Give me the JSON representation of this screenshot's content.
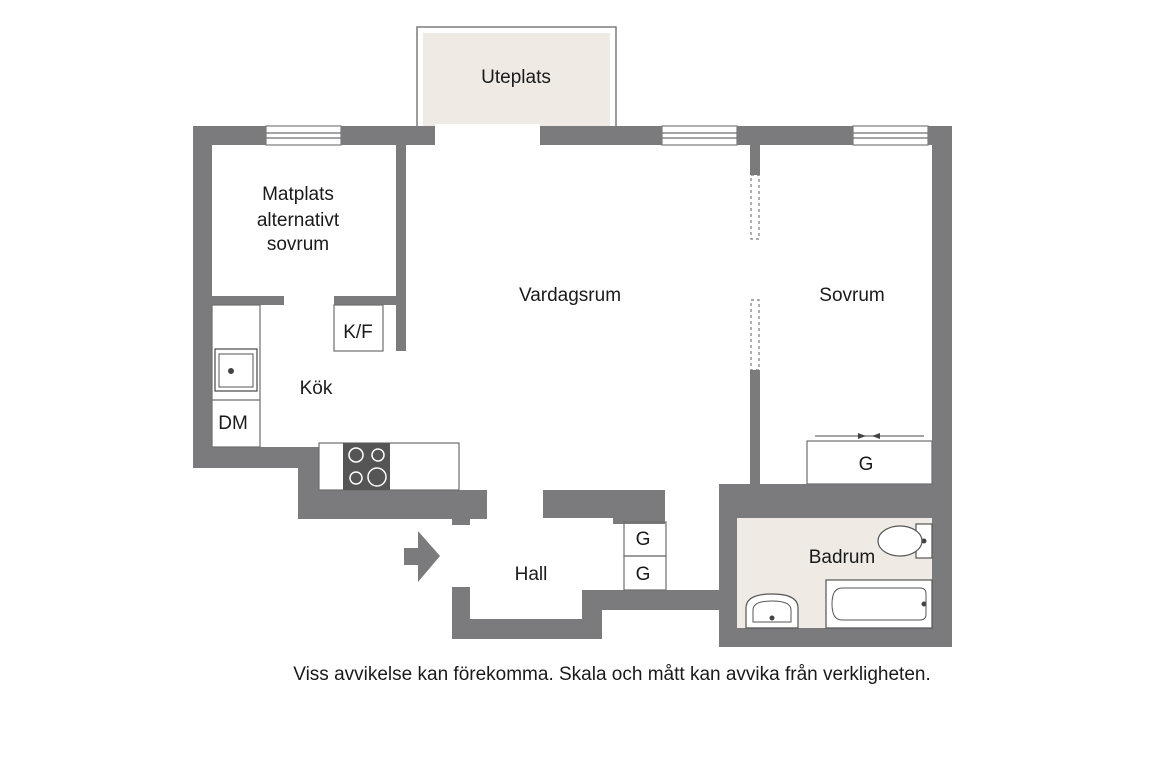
{
  "rooms": {
    "uteplats": "Uteplats",
    "matplats_line1": "Matplats",
    "matplats_line2": "alternativt",
    "matplats_line3": "sovrum",
    "kok": "Kök",
    "vardagsrum": "Vardagsrum",
    "sovrum": "Sovrum",
    "hall": "Hall",
    "badrum": "Badrum"
  },
  "fixtures": {
    "kf": "K/F",
    "dm": "DM",
    "g_sovrum": "G",
    "g_hall_1": "G",
    "g_hall_2": "G"
  },
  "disclaimer": "Viss avvikelse kan förekomma. Skala och mått kan avvika från verkligheten.",
  "colors": {
    "wall": "#7b7b7d",
    "balcony": "#efebe4",
    "bathroom_floor": "#efebe4"
  }
}
